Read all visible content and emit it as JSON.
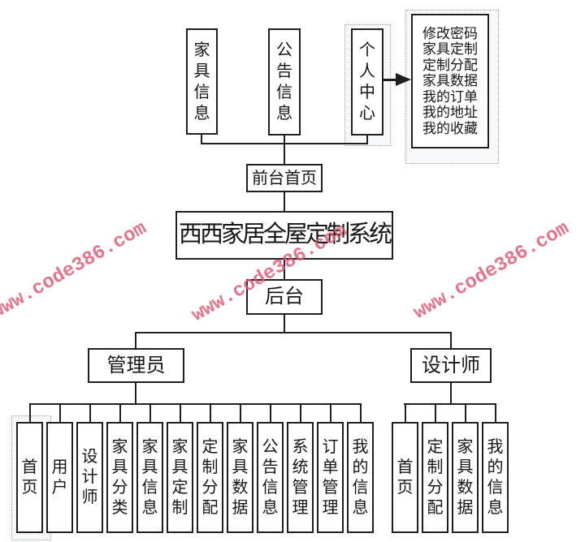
{
  "system": {
    "title": "西西家居全屋定制系统"
  },
  "watermark": {
    "text": "www.code386.com"
  },
  "colors": {
    "watermark": "#e25470",
    "line": "#1f1f1f"
  },
  "front": {
    "modules": [
      "家具信息",
      "公告信息",
      "个人中心"
    ],
    "home_label": "前台首页"
  },
  "personal_center": {
    "items": [
      "修改密码",
      "家具定制",
      "定制分配",
      "家具数据",
      "我的订单",
      "我的地址",
      "我的收藏"
    ]
  },
  "back": {
    "label": "后台",
    "admin": {
      "label": "管理员",
      "children": [
        "首页",
        "用户",
        "设计师",
        "家具分类",
        "家具信息",
        "家具定制",
        "定制分配",
        "家具数据",
        "公告信息",
        "系统管理",
        "订单管理",
        "我的信息"
      ]
    },
    "designer": {
      "label": "设计师",
      "children": [
        "首页",
        "定制分配",
        "家具数据",
        "我的信息"
      ]
    }
  }
}
